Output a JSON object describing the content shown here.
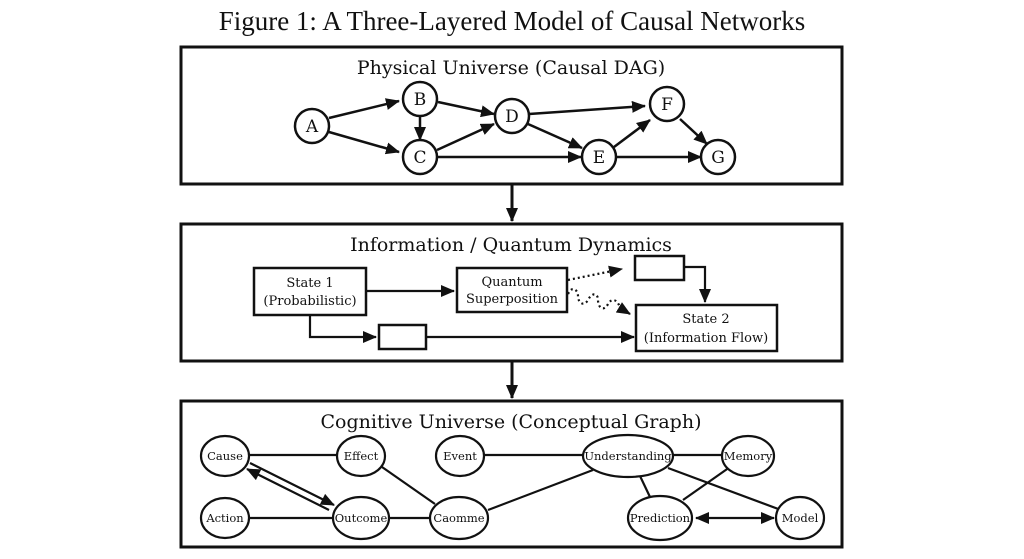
{
  "figure": {
    "title": "Figure 1: A Three-Layered Model of Causal Networks"
  },
  "layers": [
    {
      "id": "physical",
      "title": "Physical Universe (Causal DAG)",
      "nodes": [
        "A",
        "B",
        "C",
        "D",
        "E",
        "F",
        "G"
      ],
      "edges": [
        {
          "from": "A",
          "to": "B",
          "type": "directed"
        },
        {
          "from": "A",
          "to": "C",
          "type": "directed"
        },
        {
          "from": "B",
          "to": "C",
          "type": "directed"
        },
        {
          "from": "B",
          "to": "D",
          "type": "directed"
        },
        {
          "from": "C",
          "to": "D",
          "type": "directed"
        },
        {
          "from": "C",
          "to": "E",
          "type": "directed"
        },
        {
          "from": "D",
          "to": "E",
          "type": "directed"
        },
        {
          "from": "D",
          "to": "F",
          "type": "directed"
        },
        {
          "from": "E",
          "to": "F",
          "type": "directed"
        },
        {
          "from": "E",
          "to": "G",
          "type": "directed"
        },
        {
          "from": "F",
          "to": "G",
          "type": "directed"
        }
      ]
    },
    {
      "id": "information",
      "title": "Information / Quantum Dynamics",
      "nodes": {
        "state1": [
          "State 1",
          "(Probabilistic)"
        ],
        "quantum": [
          "Quantum",
          "Superposition"
        ],
        "state2": [
          "State 2",
          "(Information Flow)"
        ],
        "blank_top": "",
        "blank_bottom": ""
      },
      "edges": [
        {
          "from": "state1",
          "to": "quantum",
          "type": "solid-arrow"
        },
        {
          "from": "quantum",
          "to": "blank_top",
          "type": "dotted-arrow"
        },
        {
          "from": "quantum",
          "to": "state2",
          "type": "dotted-wavy-arrow"
        },
        {
          "from": "blank_top",
          "to": "state2",
          "type": "solid-arrow"
        },
        {
          "from": "state1",
          "to": "blank_bottom",
          "type": "solid-arrow"
        },
        {
          "from": "blank_bottom",
          "to": "state2",
          "type": "solid-arrow"
        }
      ]
    },
    {
      "id": "cognitive",
      "title": "Cognitive Universe (Conceptual Graph)",
      "nodes": [
        "Cause",
        "Effect",
        "Event",
        "Understanding",
        "Memory",
        "Action",
        "Outcome",
        "Caomme",
        "Prediction",
        "Model"
      ],
      "edges": [
        {
          "from": "Cause",
          "to": "Effect",
          "type": "undirected"
        },
        {
          "from": "Cause",
          "to": "Outcome",
          "type": "directed"
        },
        {
          "from": "Outcome",
          "to": "Cause",
          "type": "directed"
        },
        {
          "from": "Effect",
          "to": "Caomme",
          "type": "undirected"
        },
        {
          "from": "Event",
          "to": "Understanding",
          "type": "undirected"
        },
        {
          "from": "Understanding",
          "to": "Memory",
          "type": "undirected"
        },
        {
          "from": "Understanding",
          "to": "Caomme",
          "type": "undirected"
        },
        {
          "from": "Understanding",
          "to": "Prediction",
          "type": "undirected"
        },
        {
          "from": "Understanding",
          "to": "Model",
          "type": "undirected"
        },
        {
          "from": "Memory",
          "to": "Prediction",
          "type": "undirected"
        },
        {
          "from": "Action",
          "to": "Outcome",
          "type": "undirected"
        },
        {
          "from": "Outcome",
          "to": "Caomme",
          "type": "undirected"
        },
        {
          "from": "Prediction",
          "to": "Model",
          "type": "bidirectional"
        }
      ]
    }
  ],
  "colors": {
    "stroke": "#111111",
    "background": "#ffffff"
  }
}
